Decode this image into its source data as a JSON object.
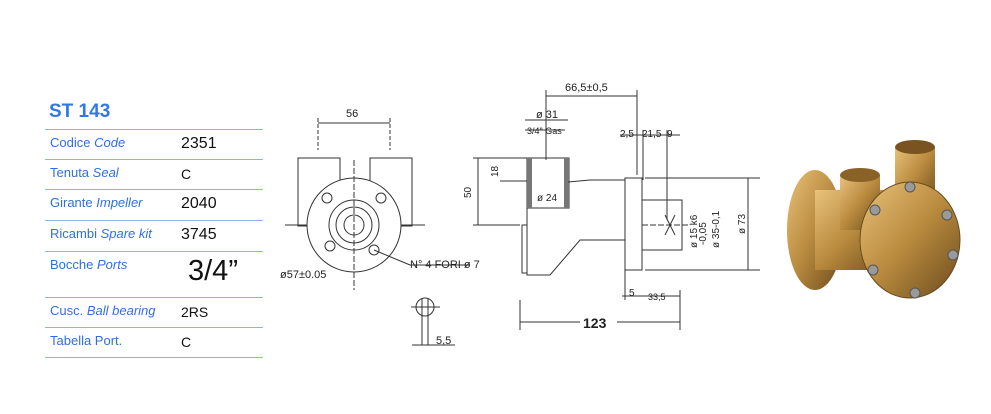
{
  "model": "ST 143",
  "specs": [
    {
      "label": "Codice",
      "label_en": "Code",
      "value": "2351",
      "size": "big"
    },
    {
      "label": "Tenuta",
      "label_en": "Seal",
      "value": "C",
      "size": "normal"
    },
    {
      "label": "Girante",
      "label_en": "Impeller",
      "value": "2040",
      "size": "big"
    },
    {
      "label": "Ricambi",
      "label_en": "Spare kit",
      "value": "3745",
      "size": "big"
    },
    {
      "label": "Bocche",
      "label_en": "Ports",
      "value": "3/4”",
      "size": "huge"
    },
    {
      "label": "Cusc.",
      "label_en": "Ball bearing",
      "value": "2RS",
      "size": "normal"
    },
    {
      "label": "Tabella Port.",
      "label_en": "",
      "value": "C",
      "size": "normal"
    }
  ],
  "drawing": {
    "dim_56": "56",
    "dim_57": "ø57±0.05",
    "holes": "N° 4 FORI ø 7",
    "dim_55": "5,5",
    "dim_665": "66,5±0,5",
    "dim_31": "ø 31",
    "gas": "3/4\" Gas",
    "dim_18": "18",
    "dim_50": "50",
    "dim_24": "ø 24",
    "dim_25": "2,5",
    "dim_215": "21,5",
    "dim_9": "9",
    "dim_15": "ø 15 k6",
    "dim_005": "-0,05",
    "dim_35": "ø 35-0,1",
    "dim_73": "ø 73",
    "dim_5": "5",
    "dim_335": "33,5",
    "dim_123": "123"
  }
}
